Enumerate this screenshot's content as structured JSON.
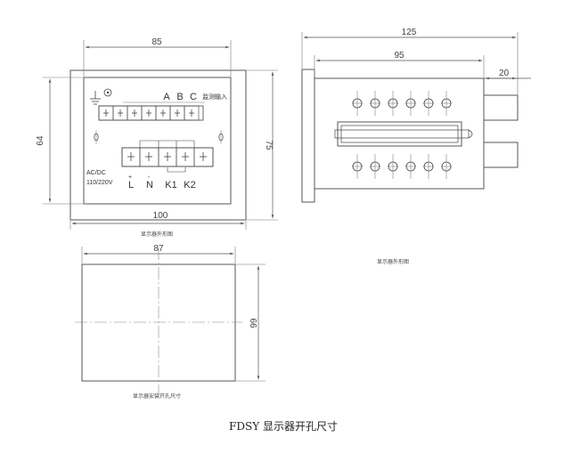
{
  "front_view": {
    "dim_width": "85",
    "dim_height": "64",
    "dim_outer_width": "100",
    "dim_outer_height": "75",
    "top_terminals": [
      "A",
      "B",
      "C"
    ],
    "top_terminal_label": "监测输入",
    "bottom_terminals": [
      "L",
      "N",
      "K1",
      "K2"
    ],
    "power_label_1": "AC/DC",
    "power_label_2": "110/220V",
    "caption": "显示器外形图"
  },
  "side_view": {
    "dim_total": "125",
    "dim_body": "95",
    "dim_terminal": "20",
    "caption": "显示器外形图"
  },
  "cutout_view": {
    "dim_width": "87",
    "dim_height": "66",
    "caption": "显示器安装开孔尺寸"
  },
  "title": "FDSY 显示器开孔尺寸"
}
